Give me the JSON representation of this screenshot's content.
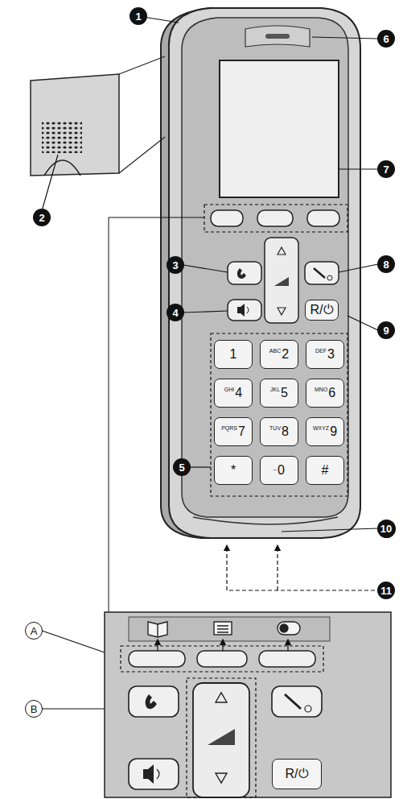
{
  "diagram": {
    "nodes": [
      {
        "text": [
          "1"
        ]
      },
      {
        "text": [
          "6"
        ]
      },
      {
        "text": [
          "2"
        ]
      },
      {
        "text": [
          "7"
        ]
      },
      {
        "text": [
          "3"
        ]
      },
      {
        "text": [
          "8"
        ]
      },
      {
        "text": [
          "R/⏻"
        ]
      },
      {
        "text": [
          "4"
        ]
      },
      {
        "text": [
          "9"
        ]
      },
      {
        "text": [
          "1"
        ]
      },
      {
        "text": [
          "ABC",
          "2"
        ]
      },
      {
        "text": [
          "DEF",
          "3"
        ]
      },
      {
        "text": [
          "GHI",
          "4"
        ]
      },
      {
        "text": [
          "JKL",
          "5"
        ]
      },
      {
        "text": [
          "MNO",
          "6"
        ]
      },
      {
        "text": [
          "PQRS",
          "7"
        ]
      },
      {
        "text": [
          "TUV",
          "8"
        ]
      },
      {
        "text": [
          "WXYZ",
          "9"
        ]
      },
      {
        "text": [
          "*"
        ]
      },
      {
        "text": [
          "_",
          "0"
        ]
      },
      {
        "text": [
          "#"
        ]
      },
      {
        "text": [
          "5"
        ]
      },
      {
        "text": [
          "10"
        ]
      },
      {
        "text": [
          "11"
        ]
      },
      {
        "text": [
          "A"
        ]
      },
      {
        "text": [
          "B"
        ]
      },
      {
        "text": [
          "R/⏻"
        ]
      }
    ]
  }
}
